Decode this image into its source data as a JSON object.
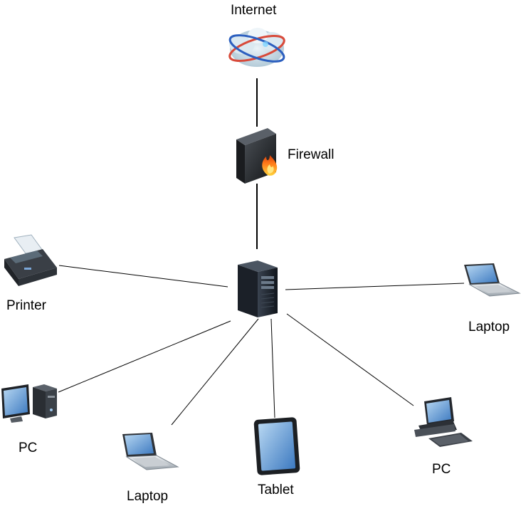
{
  "diagram": {
    "nodes": [
      {
        "id": "internet",
        "label": "Internet",
        "icon": "cloud-globe-icon"
      },
      {
        "id": "firewall",
        "label": "Firewall",
        "icon": "firewall-icon"
      },
      {
        "id": "server",
        "label": "",
        "icon": "server-tower-icon"
      },
      {
        "id": "printer",
        "label": "Printer",
        "icon": "printer-icon"
      },
      {
        "id": "laptop_right",
        "label": "Laptop",
        "icon": "laptop-icon"
      },
      {
        "id": "pc_left",
        "label": "PC",
        "icon": "desktop-pc-icon"
      },
      {
        "id": "laptop_bottom",
        "label": "Laptop",
        "icon": "laptop-icon"
      },
      {
        "id": "tablet",
        "label": "Tablet",
        "icon": "tablet-icon"
      },
      {
        "id": "pc_right",
        "label": "PC",
        "icon": "desktop-pc-icon"
      }
    ],
    "edges": [
      {
        "from": "internet",
        "to": "firewall"
      },
      {
        "from": "firewall",
        "to": "server"
      },
      {
        "from": "server",
        "to": "printer"
      },
      {
        "from": "server",
        "to": "laptop_right"
      },
      {
        "from": "server",
        "to": "pc_left"
      },
      {
        "from": "server",
        "to": "laptop_bottom"
      },
      {
        "from": "server",
        "to": "tablet"
      },
      {
        "from": "server",
        "to": "pc_right"
      }
    ]
  }
}
